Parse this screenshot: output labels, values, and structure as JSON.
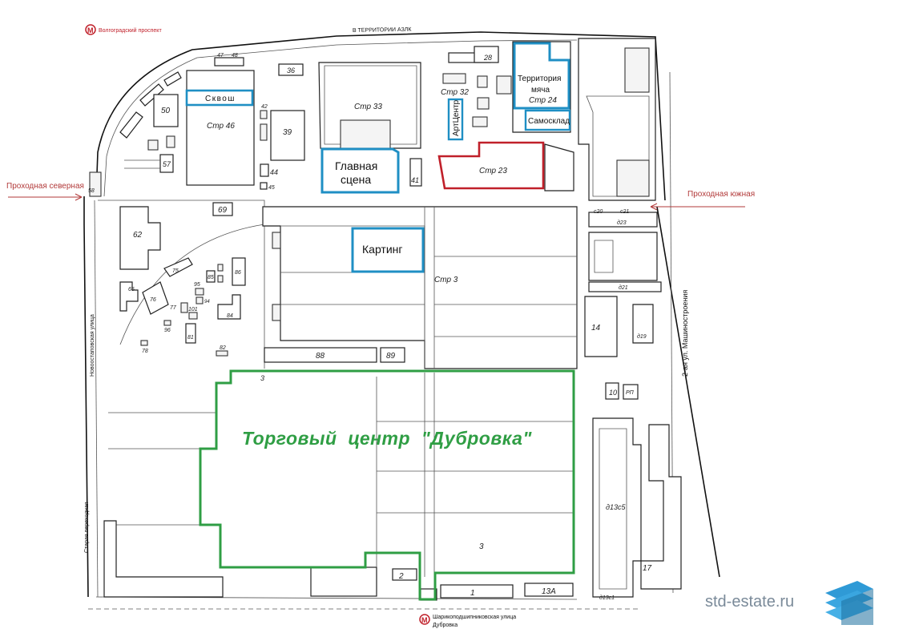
{
  "metro": {
    "top": "Волгоградский проспект",
    "bottom": "Дубровка",
    "symbol": "М"
  },
  "gates": {
    "north": "Проходная северная",
    "south": "Проходная южная"
  },
  "streets": {
    "top": "В ТЕРРИТОРИИ АЗЛК",
    "left": "Новоостаповская улица",
    "bottom": "Шарикоподшипниковская улица",
    "right": "2-ая ул. Машиностроения",
    "left_small": "Старая переходная"
  },
  "highlighted": {
    "squash": "Сквош",
    "main_stage_line1": "Главная",
    "main_stage_line2": "сцена",
    "karting": "Картинг",
    "artcenter": "АртЦентр",
    "ball_territory_line1": "Территория",
    "ball_territory_line2": "мяча",
    "self_storage": "Самосклад",
    "mall": "Торговый  центр  \"Дубровка\""
  },
  "buildings": {
    "str46": "Стр 46",
    "str33": "Стр 33",
    "str32": "Стр 32",
    "str24": "Стр 24",
    "str23": "Стр 23",
    "str3": "Стр 3",
    "b47": "47",
    "b48": "48",
    "b36": "36",
    "b28": "28",
    "b50": "50",
    "b42": "42",
    "b39": "39",
    "b57": "57",
    "b44": "44",
    "b45": "45",
    "b41": "41",
    "b58": "58",
    "b69": "69",
    "b62": "62",
    "b75": "75",
    "b95": "95",
    "b85": "85",
    "b86": "86",
    "b65": "65",
    "b76": "76",
    "b94": "94",
    "b77": "77",
    "b101": "101",
    "b84": "84",
    "b96": "96",
    "b81": "81",
    "b78": "78",
    "b82": "82",
    "b88": "88",
    "b89": "89",
    "b3a": "3",
    "b3b": "3",
    "b2": "2",
    "b1": "1",
    "b13a": "13А",
    "c20": "с20",
    "c21": "с21",
    "d23": "д23",
    "d21": "д21",
    "b14": "14",
    "d19": "д19",
    "b10": "10",
    "rp": "РП",
    "d13c5": "д13с5",
    "b17": "17",
    "d13c1": "д13с1"
  },
  "watermark": "std-estate.ru",
  "colors": {
    "blue": "#1f8fc4",
    "red": "#c0202a",
    "green": "#2f9e44",
    "gate_arrow": "#b23a3a",
    "metro": "#c0202a"
  }
}
